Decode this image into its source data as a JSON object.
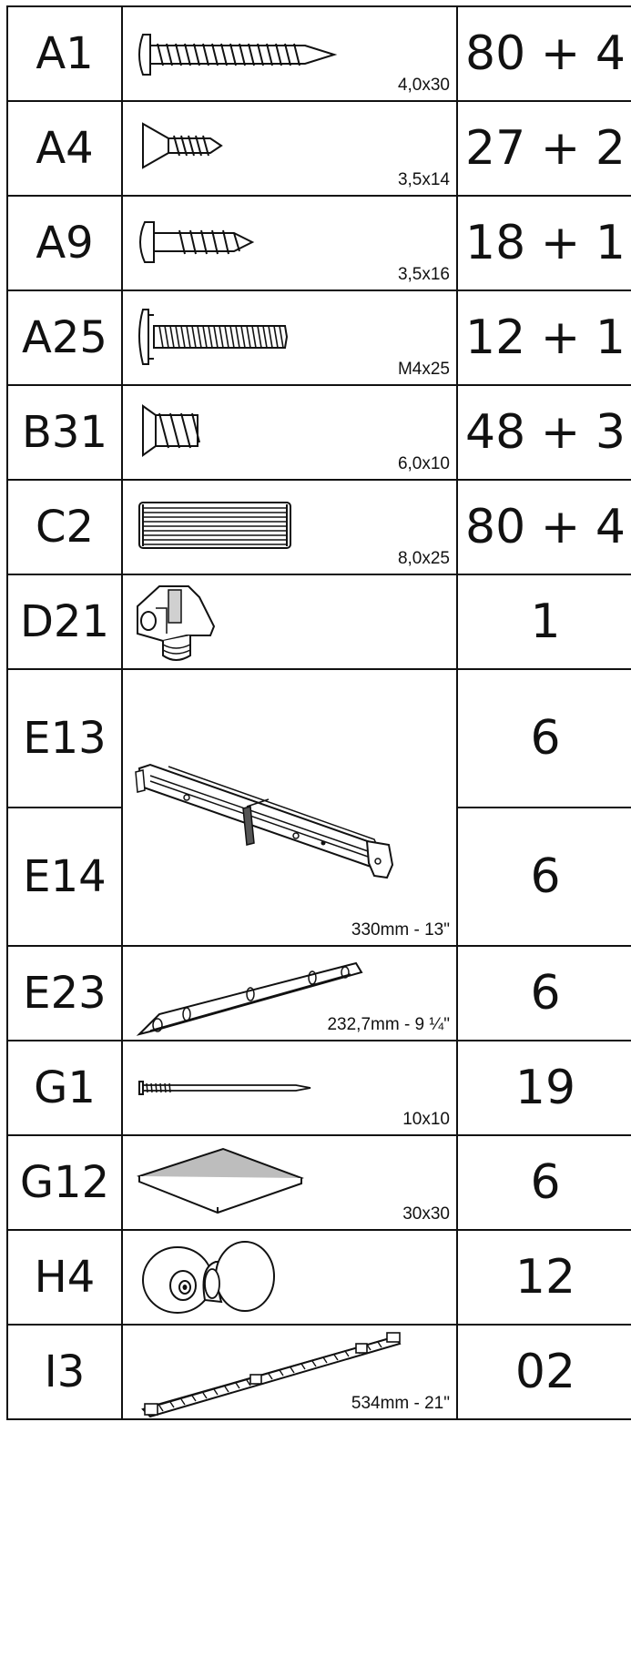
{
  "colors": {
    "line": "#111111",
    "fill_grey": "#bdbdbd",
    "background": "#ffffff"
  },
  "rows": [
    {
      "code": "A1",
      "icon": "pan-head-wood-screw-icon",
      "size": "4,0x30",
      "qty": "80 + 4"
    },
    {
      "code": "A4",
      "icon": "countersunk-short-screw-icon",
      "size": "3,5x14",
      "qty": "27 + 2"
    },
    {
      "code": "A9",
      "icon": "pan-head-short-screw-icon",
      "size": "3,5x16",
      "qty": "18 + 1"
    },
    {
      "code": "A25",
      "icon": "machine-bolt-icon",
      "size": "M4x25",
      "qty": "12 + 1"
    },
    {
      "code": "B31",
      "icon": "euro-screw-icon",
      "size": "6,0x10",
      "qty": "48 + 3"
    },
    {
      "code": "C2",
      "icon": "wooden-dowel-icon",
      "size": "8,0x25",
      "qty": "80 + 4"
    },
    {
      "code": "D21",
      "icon": "cam-connector-icon",
      "size": "",
      "qty": "1"
    },
    {
      "code": "E13",
      "icon": "drawer-slide-icon",
      "size": "330mm - 13\"",
      "qty": "6"
    },
    {
      "code": "E14",
      "qty": "6"
    },
    {
      "code": "E23",
      "icon": "drawer-runner-bracket-icon",
      "size": "232,7mm - 9 ¼\"",
      "qty": "6"
    },
    {
      "code": "G1",
      "icon": "nail-icon",
      "size": "10x10",
      "qty": "19"
    },
    {
      "code": "G12",
      "icon": "felt-pad-icon",
      "size": "30x30",
      "qty": "6"
    },
    {
      "code": "H4",
      "icon": "knob-icon",
      "size": "",
      "qty": "12"
    },
    {
      "code": "I3",
      "icon": "hanging-rail-icon",
      "size": "534mm - 21\"",
      "qty": "02"
    }
  ]
}
